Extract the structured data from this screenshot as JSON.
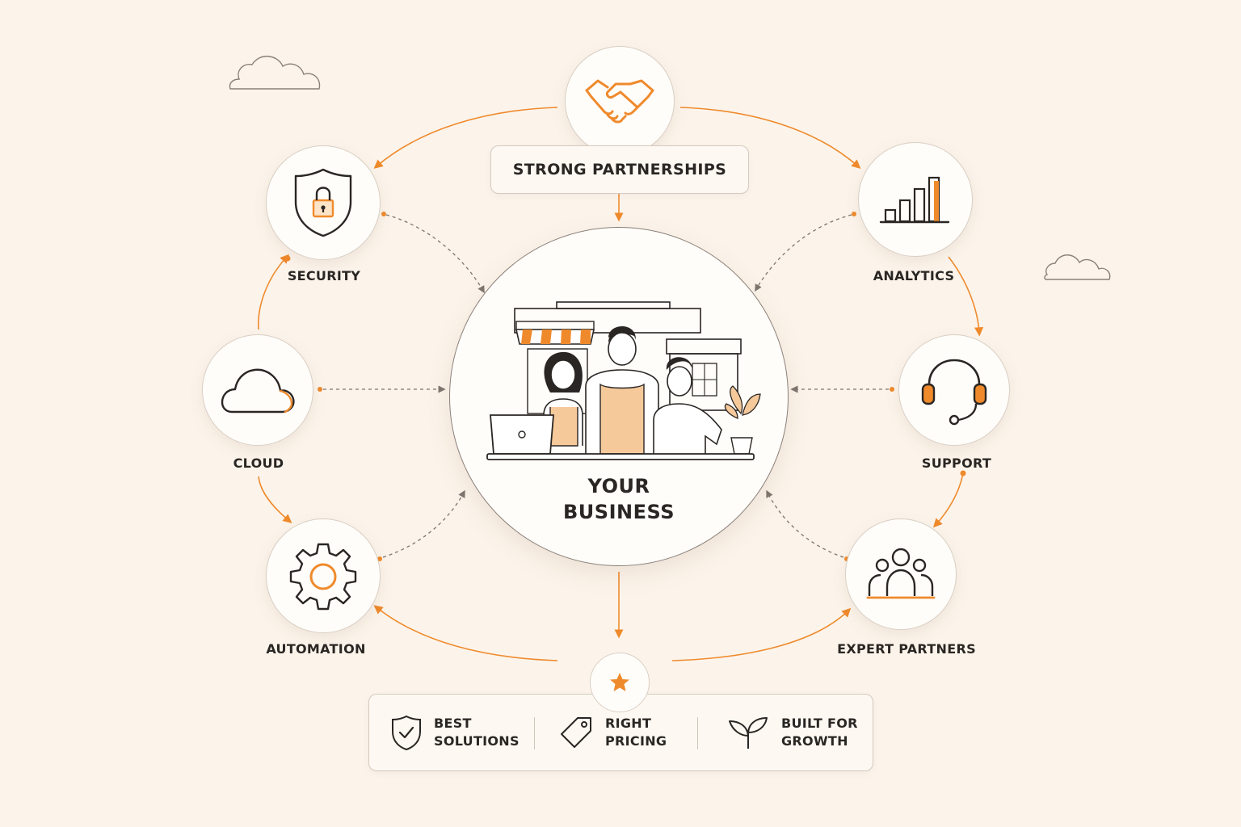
{
  "title": "STRONG PARTNERSHIPS",
  "center": {
    "line1": "YOUR",
    "line2": "BUSINESS"
  },
  "nodes": {
    "security": "SECURITY",
    "analytics": "ANALYTICS",
    "cloud": "CLOUD",
    "support": "SUPPORT",
    "automation": "AUTOMATION",
    "expert_partners": "EXPERT PARTNERS"
  },
  "benefits": [
    {
      "line1": "BEST",
      "line2": "SOLUTIONS",
      "icon": "shield-check-icon"
    },
    {
      "line1": "RIGHT",
      "line2": "PRICING",
      "icon": "price-tag-icon"
    },
    {
      "line1": "BUILT FOR",
      "line2": "GROWTH",
      "icon": "sprout-icon"
    }
  ],
  "colors": {
    "accent": "#ef8a2c",
    "background": "#fcf4eb",
    "ink": "#2a2623"
  }
}
